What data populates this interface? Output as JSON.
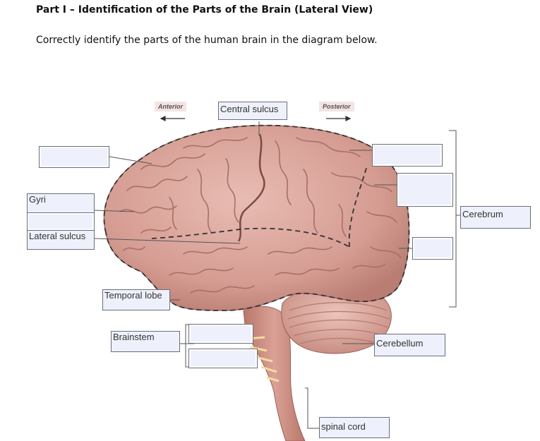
{
  "header": {
    "title": "Part I – Identification of the Parts of the Brain (Lateral View)",
    "instruction": "Correctly identify the parts of the human brain in the diagram below."
  },
  "orientation": {
    "anterior": "Anterior",
    "posterior": "Posterior"
  },
  "labels": {
    "central_sulcus": "Central sulcus",
    "gyri": "Gyri",
    "lateral_sulcus": "Lateral sulcus",
    "temporal_lobe": "Temporal lobe",
    "brainstem": "Brainstem",
    "cerebrum": "Cerebrum",
    "cerebellum": "Cerebellum",
    "spinal_cord": "spinal cord"
  },
  "colors": {
    "brain_fill": "#dca79e",
    "brain_fold": "#a86f66",
    "cerebellum_fill": "#e0b3aa",
    "stem_fill": "#cf9488",
    "label_box": "#eef1fb"
  }
}
